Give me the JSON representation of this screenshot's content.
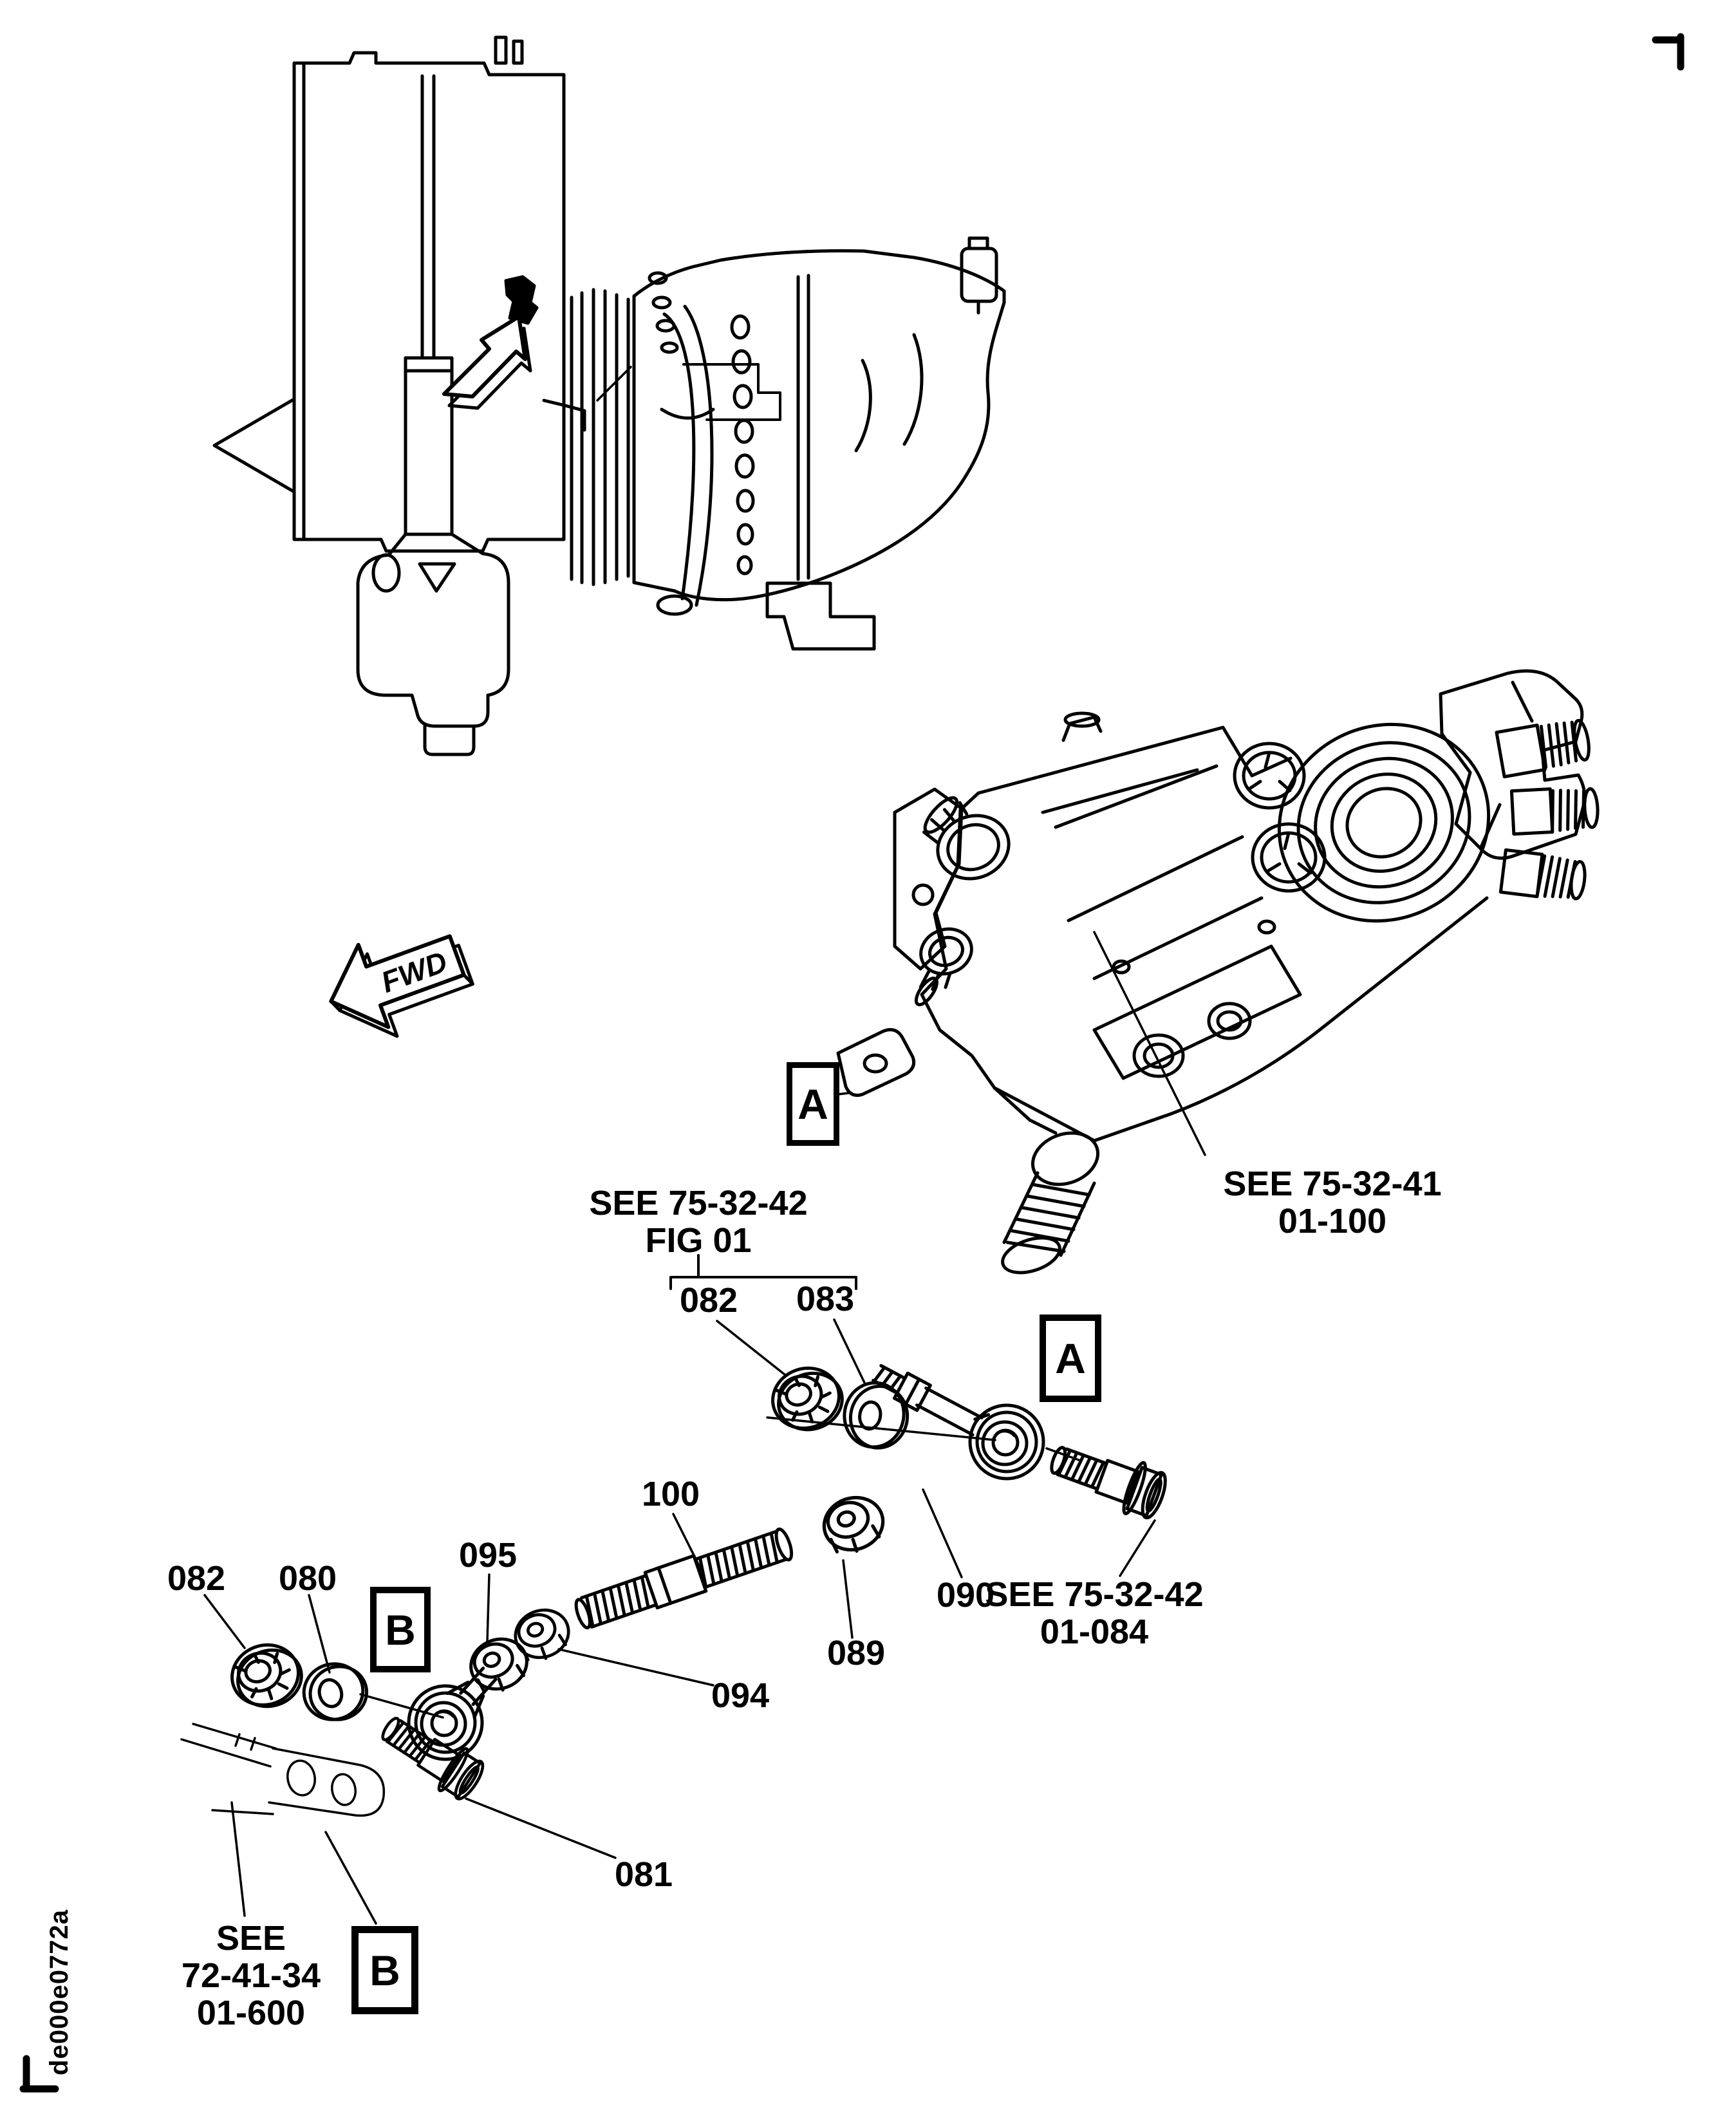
{
  "doc_id": "de000e0772a",
  "fwd": "FWD",
  "detail_letters": {
    "a": "A",
    "b": "B"
  },
  "part_labels": {
    "l082_left": "082",
    "l080": "080",
    "l095": "095",
    "l100": "100",
    "l094": "094",
    "l089": "089",
    "l090": "090",
    "l081": "081",
    "l082_fig": "082",
    "l083_fig": "083"
  },
  "notes": {
    "fig": {
      "line1": "SEE 75-32-42",
      "line2": "FIG 01"
    },
    "unit": {
      "line1": "SEE 75-32-41",
      "line2": "01-100"
    },
    "bolt": {
      "line1": "SEE 75-32-42",
      "line2": "01-084"
    },
    "bracket": {
      "line1": "SEE",
      "line2": "72-41-34",
      "line3": "01-600"
    }
  }
}
